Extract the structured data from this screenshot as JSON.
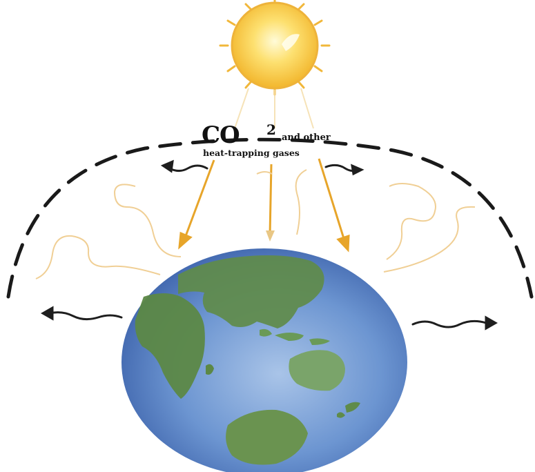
{
  "label": {
    "co2": "CO",
    "superscript": "2",
    "and_other": "and other",
    "gases": "heat-trapping gases"
  },
  "colors": {
    "sun_core": "#fde070",
    "sun_rim": "#f2b62d",
    "incoming_ray": "#e7a52a",
    "reflected_heat": "#f0cf95",
    "escaping_heat": "#1e1e1e",
    "atmosphere_arc": "#1a1a1a",
    "ocean": "#5d8ac9",
    "land": "#5f8b4a"
  }
}
